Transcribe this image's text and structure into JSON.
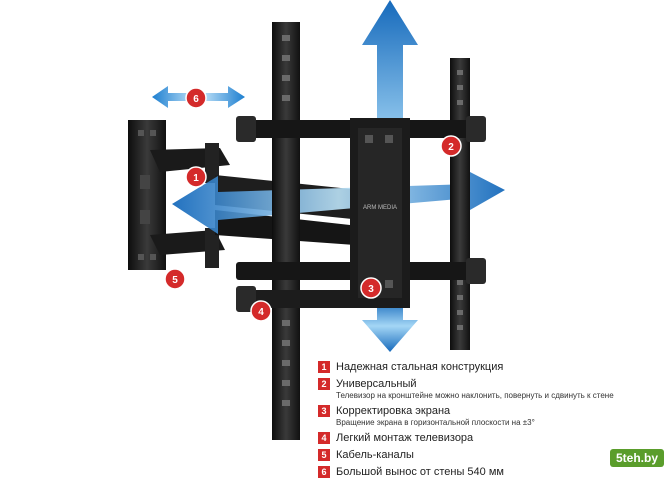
{
  "brand": "ARM MEDIA",
  "badges": [
    "1",
    "2",
    "3",
    "4",
    "5",
    "6"
  ],
  "features": [
    {
      "num": "1",
      "title": "Надежная стальная конструкция",
      "sub": ""
    },
    {
      "num": "2",
      "title": "Универсальный",
      "sub": "Телевизор на кронштейне можно наклонить, повернуть и сдвинуть к стене"
    },
    {
      "num": "3",
      "title": "Корректировка экрана",
      "sub": "Вращение экрана в горизонтальной плоскости на ±3°"
    },
    {
      "num": "4",
      "title": "Легкий монтаж телевизора",
      "sub": ""
    },
    {
      "num": "5",
      "title": "Кабель-каналы",
      "sub": ""
    },
    {
      "num": "6",
      "title": "Большой вынос от стены 540 мм",
      "sub": ""
    }
  ],
  "watermark": "5teh.by",
  "colors": {
    "accent": "#d42a2a",
    "arrow": "#2a8fd6",
    "metal": "#1c1c1c",
    "watermark": "#5a9d2b"
  }
}
